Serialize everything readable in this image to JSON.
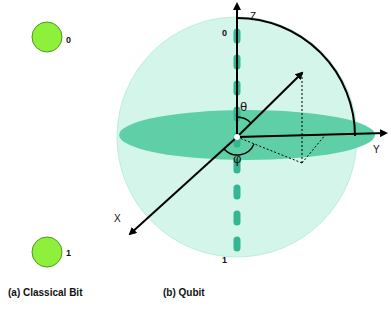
{
  "diagram": {
    "labels": [
      "0",
      "1",
      "(a) Classical Bit",
      "Z",
      "0",
      "θ",
      "Y",
      "φ",
      "X",
      "1",
      "(b) Qubit"
    ]
  }
}
